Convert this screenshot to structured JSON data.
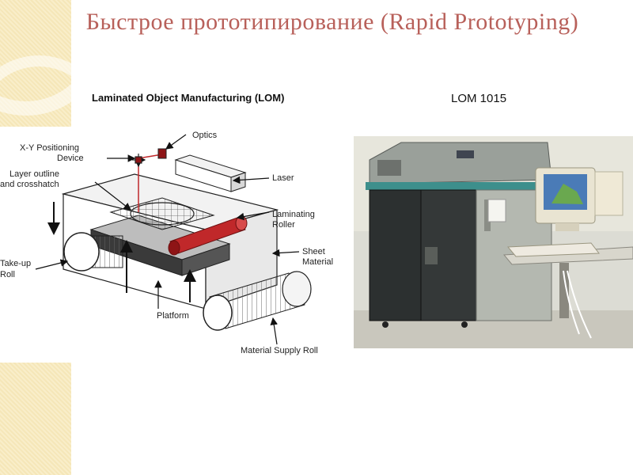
{
  "slide": {
    "title": "Быстрое прототипирование (Rapid Prototyping)",
    "left_caption": "Laminated Object Manufacturing (LOM)",
    "right_caption": "LOM 1015"
  },
  "diagram": {
    "labels": {
      "xy_line1": "X-Y Positioning",
      "xy_line2": "Device",
      "optics": "Optics",
      "layer_line1": "Layer outline",
      "layer_line2": "and crosshatch",
      "laser": "Laser",
      "roller_line1": "Laminating",
      "roller_line2": "Roller",
      "sheet_line1": "Sheet",
      "sheet_line2": "Material",
      "takeup_line1": "Take-up",
      "takeup_line2": "Roll",
      "platform": "Platform",
      "supply": "Material Supply Roll"
    },
    "colors": {
      "roller": "#c0282a",
      "platform": "#3a3a3a"
    }
  },
  "photo": {
    "icon": "lom-1015-machine-photo",
    "colors": {
      "cabinet_top": "#9aa09a",
      "cabinet_front": "#2c3030",
      "teal_band": "#3d8f8c",
      "monitor": "#e9e4d2"
    }
  }
}
